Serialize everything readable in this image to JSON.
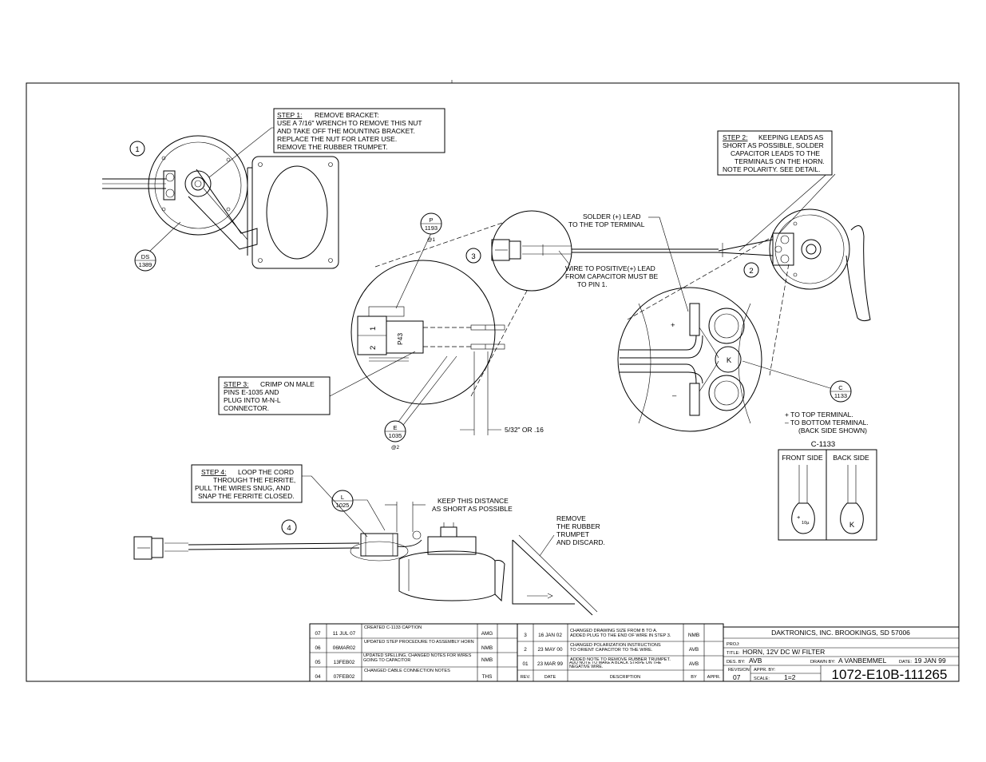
{
  "step1": {
    "title": "STEP 1:",
    "heading": "REMOVE BRACKET:",
    "lines": [
      "USE A 7/16\" WRENCH TO REMOVE THIS NUT",
      "AND TAKE OFF THE MOUNTING BRACKET.",
      "REPLACE THE NUT FOR LATER USE.",
      "REMOVE THE RUBBER TRUMPET."
    ]
  },
  "step2": {
    "title": "STEP 2:",
    "lines": [
      "KEEPING LEADS AS",
      "SHORT AS POSSIBLE, SOLDER",
      "CAPACITOR LEADS TO THE",
      "TERMINALS ON THE HORN.",
      "NOTE POLARITY.  SEE DETAIL."
    ]
  },
  "step3": {
    "title": "STEP 3:",
    "lines": [
      "CRIMP ON MALE",
      "PINS E-1035 AND",
      "PLUG INTO M-N-L",
      "CONNECTOR."
    ]
  },
  "step4": {
    "title": "STEP 4:",
    "lines": [
      "LOOP THE CORD",
      "THROUGH THE FERRITE,",
      "PULL THE WIRES SNUG, AND",
      "SNAP THE FERRITE CLOSED."
    ]
  },
  "callouts": {
    "n1": "1",
    "n2": "2",
    "n3": "3",
    "n4": "4",
    "ds_top": "DS",
    "ds_bot": "1389",
    "p_top": "P",
    "p_bot": "1193",
    "p_sub": "@1",
    "e_top": "E",
    "e_bot": "1035",
    "e_sub": "@2",
    "c_top": "C",
    "c_bot": "1133",
    "l_top": "L",
    "l_bot": "1025"
  },
  "labels": {
    "solder_1": "SOLDER (+) LEAD",
    "solder_2": "TO THE TOP TERMINAL",
    "wire_1": "WIRE TO POSITIVE(+) LEAD",
    "wire_2": "FROM CAPACITOR MUST BE",
    "wire_3": "TO PIN 1.",
    "pin1": "1",
    "pin2": "2",
    "p43": "P43",
    "dim": "5/32\" OR .16",
    "plus": "+",
    "minus": "–",
    "k": "K",
    "pol_1": "+ TO TOP TERMINAL.",
    "pol_2": "– TO BOTTOM TERMINAL.",
    "pol_3": "(BACK SIDE SHOWN)",
    "keep_1": "KEEP THIS DISTANCE",
    "keep_2": "AS SHORT AS POSSIBLE",
    "remove_1": "REMOVE",
    "remove_2": "THE RUBBER",
    "remove_3": "TRUMPET",
    "remove_4": "AND DISCARD."
  },
  "cap_detail": {
    "title": "C-1133",
    "front": "FRONT SIDE",
    "back": "BACK SIDE",
    "front_mark": "+",
    "front_val": "10µ",
    "back_mark": "K"
  },
  "rev_left": [
    {
      "rev": "07",
      "date": "11 JUL 07",
      "desc": "CREATED C-1133 CAPTION",
      "by": "AMG"
    },
    {
      "rev": "06",
      "date": "06MAR02",
      "desc": "UPDATED STEP PROCEDURE TO ASSEMBLY HORN",
      "by": "NMB"
    },
    {
      "rev": "05",
      "date": "13FEB02",
      "desc": "UPDATED SPELLING, CHANGED NOTES FOR WIRES GOING TO CAPACITOR",
      "by": "NMB"
    },
    {
      "rev": "04",
      "date": "07FEB02",
      "desc": "CHANGED CABLE CONNECTION NOTES",
      "by": "THS"
    }
  ],
  "rev_right": [
    {
      "rev": "3",
      "date": "16 JAN 02",
      "desc1": "CHANGED DRAWING SIZE FROM B TO A.",
      "desc2": "ADDED PLUG TO THE END OF WIRE IN STEP 3.",
      "by": "NMB"
    },
    {
      "rev": "2",
      "date": "23 MAY 00",
      "desc1": "CHANGED POLARIZATION INSTRUCTIONS",
      "desc2": "TO ORIENT CAPACITOR TO THE WIRE.",
      "by": "AVB"
    },
    {
      "rev": "01",
      "date": "23 MAR 99",
      "desc1": "ADDED NOTE TO REMOVE RUBBER TRUMPET.",
      "desc2": "ADD NOTE TO MAKE A BLACK STRIPE ON THE NEGATIVE WIRE.",
      "by": "AVB"
    }
  ],
  "rev_header": {
    "rev": "REV.",
    "date": "DATE",
    "desc": "DESCRIPTION",
    "by": "BY",
    "appr": "APPR."
  },
  "title_block": {
    "company": "DAKTRONICS, INC.    BROOKINGS, SD  57006",
    "proj_label": "PROJ:",
    "title_label": "TITLE:",
    "title": "HORN, 12V DC W/ FILTER",
    "des_label": "DES. BY:",
    "des": "AVB",
    "drawn_label": "DRAWN BY:",
    "drawn": "A VANBEMMEL",
    "date_label": "DATE:",
    "date": "19 JAN 99",
    "revision_label": "REVISION",
    "revision": "07",
    "appr_label": "APPR. BY:",
    "scale_label": "SCALE:",
    "scale": "1=2",
    "dwg": "1072-E10B-111265"
  }
}
